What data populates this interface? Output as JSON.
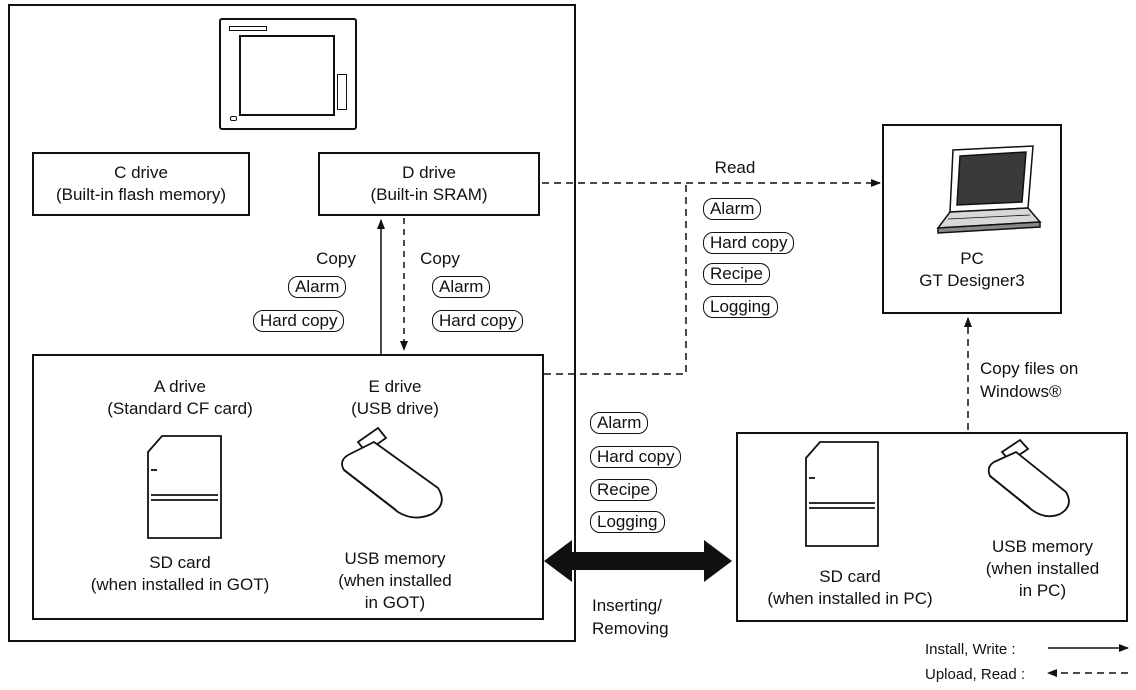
{
  "got": {
    "c_drive": {
      "line1": "C drive",
      "line2": "(Built-in flash memory)"
    },
    "d_drive": {
      "line1": "D drive",
      "line2": "(Built-in SRAM)"
    },
    "a_drive": {
      "line1": "A drive",
      "line2": "(Standard CF card)"
    },
    "e_drive": {
      "line1": "E drive",
      "line2": "(USB drive)"
    },
    "sd_card": {
      "line1": "SD card",
      "line2": "(when installed in GOT)"
    },
    "usb_memory": {
      "line1": "USB memory",
      "line2": "(when installed",
      "line3": "in GOT)"
    }
  },
  "copy_up": {
    "label": "Copy",
    "items": [
      "Alarm",
      "Hard copy"
    ]
  },
  "copy_down": {
    "label": "Copy",
    "items": [
      "Alarm",
      "Hard copy"
    ]
  },
  "read": {
    "label": "Read",
    "items": [
      "Alarm",
      "Hard copy",
      "Recipe",
      "Logging"
    ]
  },
  "pc": {
    "line1": "PC",
    "line2": "GT Designer3"
  },
  "copy_files": {
    "line1": "Copy files on",
    "line2": "Windows®"
  },
  "transfer": {
    "items": [
      "Alarm",
      "Hard copy",
      "Recipe",
      "Logging"
    ],
    "label1": "Inserting/",
    "label2": "Removing"
  },
  "pc_media": {
    "sd_card": {
      "line1": "SD card",
      "line2": "(when installed in PC)"
    },
    "usb_memory": {
      "line1": "USB memory",
      "line2": "(when installed",
      "line3": "in PC)"
    }
  },
  "legend": {
    "install_write": "Install, Write  :",
    "upload_read": "Upload, Read :"
  }
}
